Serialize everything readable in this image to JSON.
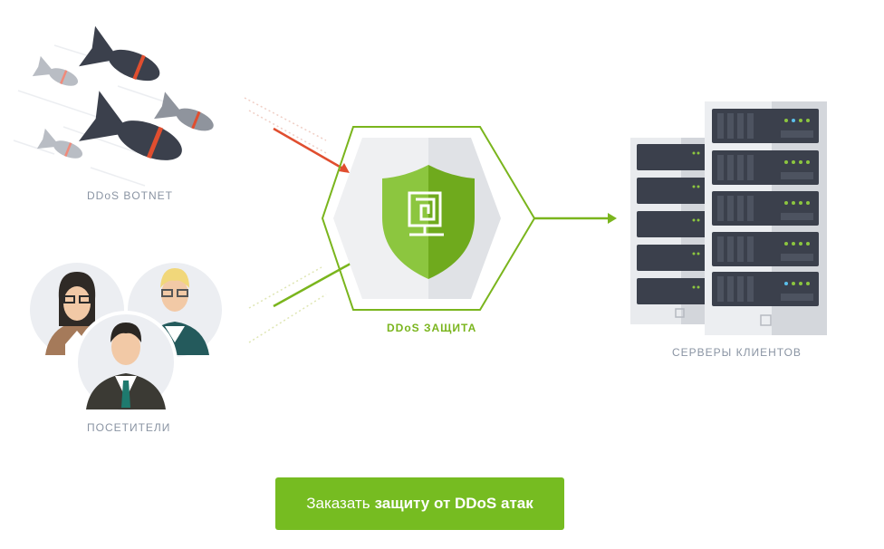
{
  "labels": {
    "botnet": "DDoS BOTNET",
    "protection": "DDoS ЗАЩИТА",
    "visitors": "ПОСЕТИТЕЛИ",
    "servers": "СЕРВЕРЫ КЛИЕНТОВ"
  },
  "cta": {
    "prefix": "Заказать",
    "emphasis": "защиту от DDoS атак"
  },
  "colors": {
    "accent_green": "#7ab51d",
    "attack_red": "#e04e2f",
    "bomb_dark": "#3b404c",
    "bomb_light": "#b9bdc4",
    "label_gray": "#8a94a3"
  },
  "icons": [
    "bomb-icon",
    "shield-icon",
    "person-icon",
    "server-rack-icon",
    "arrow-icon"
  ]
}
